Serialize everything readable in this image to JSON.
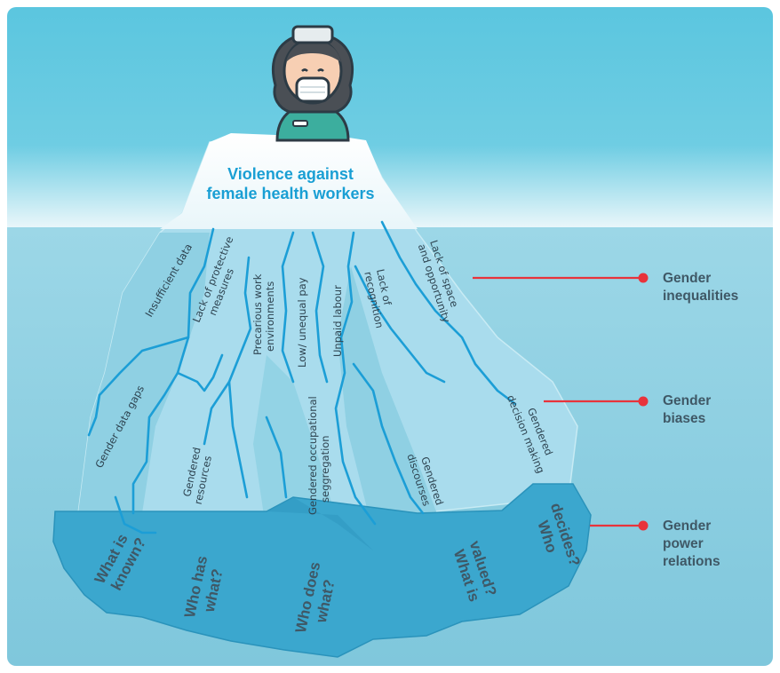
{
  "iceberg_tip": {
    "line1": "Violence against",
    "line2": "female health workers"
  },
  "layers": [
    {
      "line1": "Gender",
      "line2": "inequalities",
      "line3": ""
    },
    {
      "line1": "Gender",
      "line2": "biases",
      "line3": ""
    },
    {
      "line1": "Gender",
      "line2": "power",
      "line3": "relations"
    }
  ],
  "inequalities": [
    {
      "lines": [
        "Insufficient data"
      ]
    },
    {
      "lines": [
        "Lack of protective",
        "measures"
      ]
    },
    {
      "lines": [
        "Precarious work",
        "environments"
      ]
    },
    {
      "lines": [
        "Low/ unequal pay"
      ]
    },
    {
      "lines": [
        "Unpaid labour"
      ]
    },
    {
      "lines": [
        "Lack of",
        "recognition"
      ]
    },
    {
      "lines": [
        "Lack of space",
        "and opportunity"
      ]
    }
  ],
  "biases": [
    {
      "lines": [
        "Gender data gaps"
      ]
    },
    {
      "lines": [
        "Gendered",
        "resources"
      ]
    },
    {
      "lines": [
        "Gendered occupational",
        "seggregation"
      ]
    },
    {
      "lines": [
        "Gendered",
        "discourses"
      ]
    },
    {
      "lines": [
        "Gendered",
        "decision making"
      ]
    }
  ],
  "questions": [
    {
      "line1": "What is",
      "line2": "known?"
    },
    {
      "line1": "Who has",
      "line2": "what?"
    },
    {
      "line1": "Who does",
      "line2": "what?"
    },
    {
      "line1": "What is",
      "line2": "valued?"
    },
    {
      "line1": "Who",
      "line2": "decides?"
    }
  ],
  "colors": {
    "sky_top": "#5bc6df",
    "sky_bottom": "#e8f6fa",
    "water": "#7fcbe0",
    "ice_underwater": "#a7dded",
    "ice_mid": "#85cde2",
    "base": "#3ba7ce",
    "crack": "#1c9ed6",
    "title": "#1a9fd4",
    "connector": "#e8333b",
    "label": "#3f5866"
  }
}
